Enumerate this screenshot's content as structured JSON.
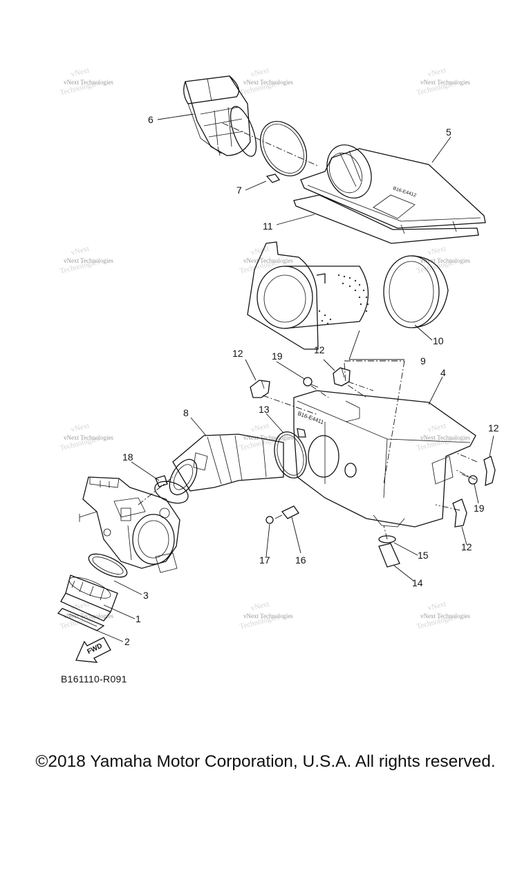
{
  "watermark": "vNext Technologies",
  "callouts": {
    "c1": "1",
    "c2": "2",
    "c3": "3",
    "c4": "4",
    "c5": "5",
    "c6": "6",
    "c7": "7",
    "c8": "8",
    "c9": "9",
    "c10": "10",
    "c11": "11",
    "c12": "12",
    "c13": "13",
    "c14": "14",
    "c15": "15",
    "c16": "16",
    "c17": "17",
    "c18": "18",
    "c19": "19"
  },
  "fwd_label": "FWD",
  "stamp_text": "B16-E4411",
  "drawing_code": "B161110-R091",
  "copyright": "©2018 Yamaha Motor Corporation, U.S.A. All rights reserved."
}
